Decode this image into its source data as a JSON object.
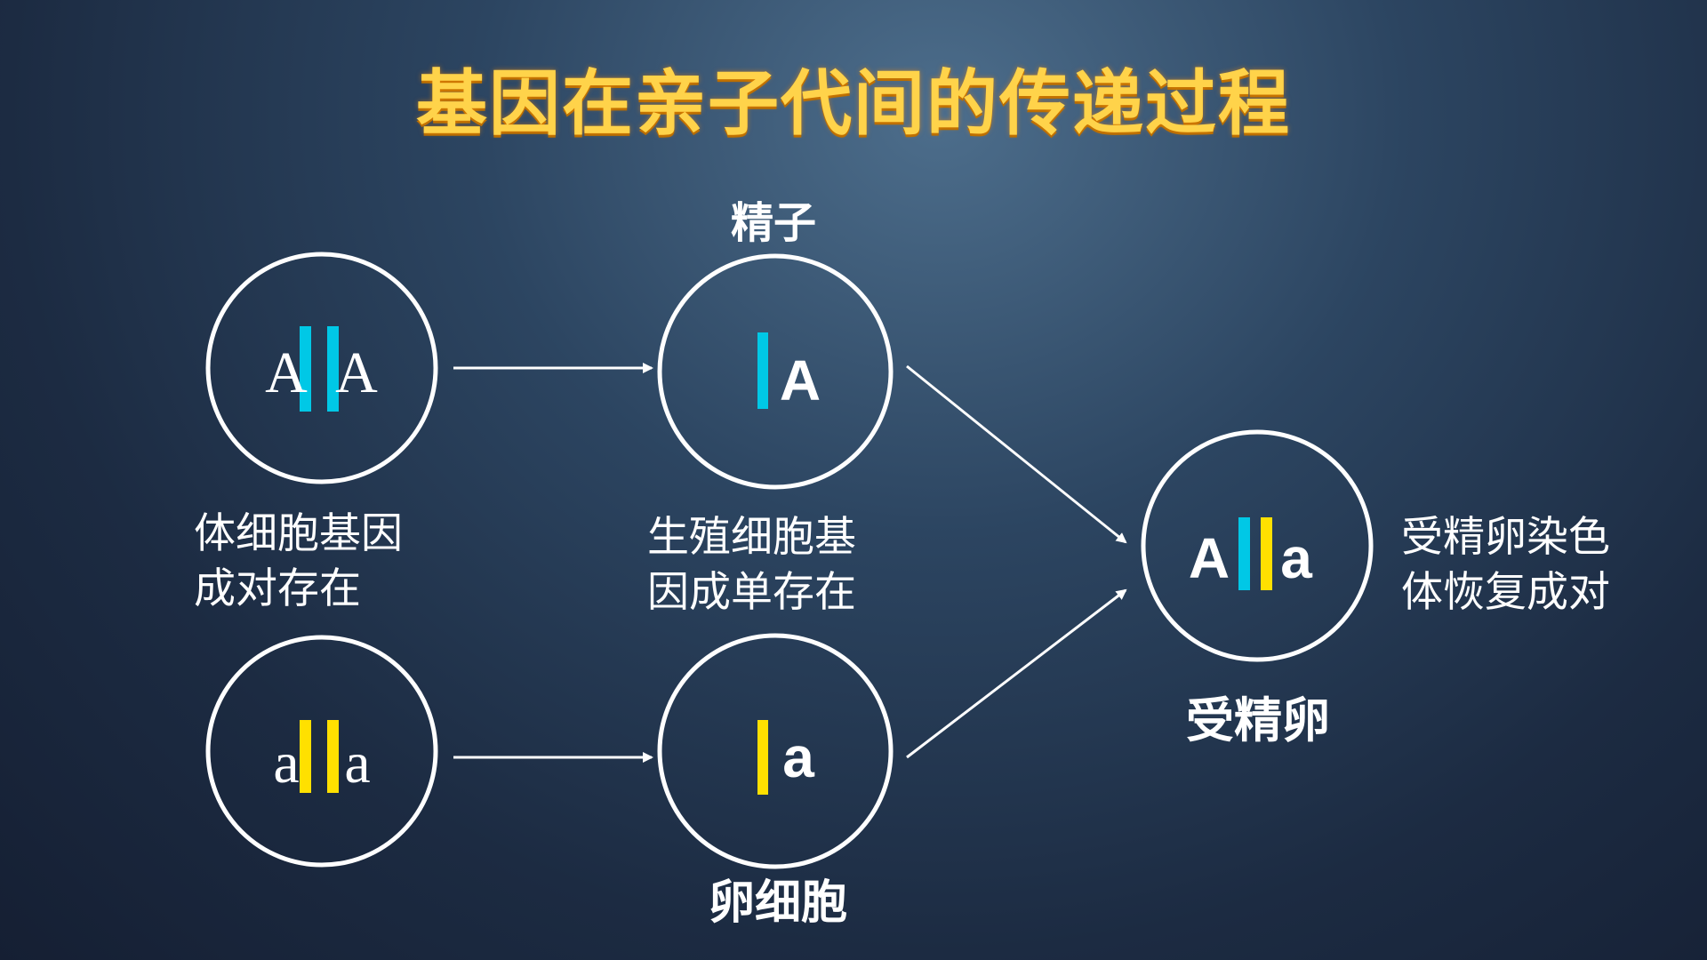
{
  "title": "基因在亲子代间的传递过程",
  "colors": {
    "title": "#ffd34a",
    "allele_A_bar": "#00c8e6",
    "allele_a_bar": "#ffe000",
    "line": "#ffffff"
  },
  "labels": {
    "sperm": "精子",
    "egg_cell": "卵细胞",
    "zygote": "受精卵",
    "somatic_line1": "体细胞基因",
    "somatic_line2": "成对存在",
    "germ_line1": "生殖细胞基",
    "germ_line2": "因成单存在",
    "zygote_line1": "受精卵染色",
    "zygote_line2": "体恢复成对"
  },
  "cells": {
    "parent_top": {
      "left": "A",
      "right": "A"
    },
    "parent_bottom": {
      "left": "a",
      "right": "a"
    },
    "sperm": {
      "right": "A"
    },
    "egg": {
      "right": "a"
    },
    "zygote": {
      "left": "A",
      "right": "a"
    }
  }
}
